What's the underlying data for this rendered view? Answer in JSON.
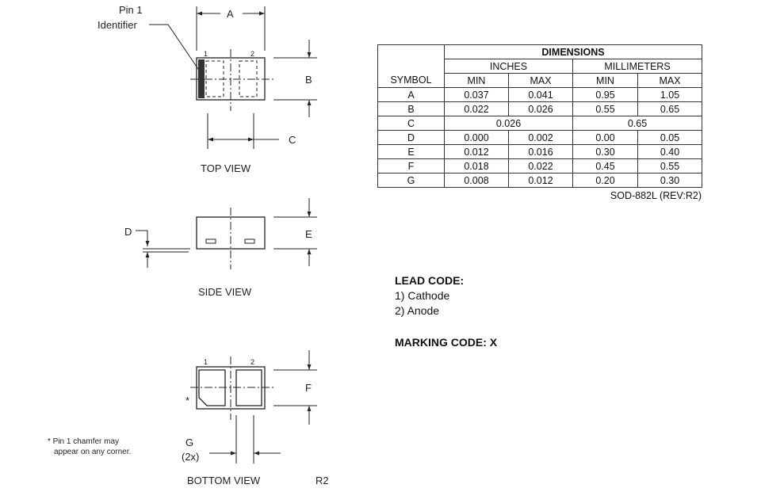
{
  "drawing": {
    "top_view": {
      "pin1_identifier": [
        "Pin 1",
        "Identifier"
      ],
      "pin_numbers": [
        "1",
        "2"
      ],
      "dims": {
        "a": "A",
        "b": "B",
        "c": "C"
      },
      "caption": "TOP VIEW"
    },
    "side_view": {
      "dims": {
        "d": "D",
        "e": "E"
      },
      "caption": "SIDE VIEW"
    },
    "bottom_view": {
      "pin_numbers": [
        "1",
        "2"
      ],
      "chamfer_mark": "*",
      "dims": {
        "f": "F",
        "g": "G",
        "g_count": "(2x)"
      },
      "caption": "BOTTOM VIEW",
      "revision": "R2",
      "chamfer_note": [
        "* Pin 1 chamfer may",
        "appear on any corner."
      ]
    }
  },
  "dimensions_table": {
    "title": "DIMENSIONS",
    "group_headers": {
      "inches": "INCHES",
      "millimeters": "MILLIMETERS"
    },
    "symbol_header": "SYMBOL",
    "sub_headers": [
      "MIN",
      "MAX",
      "MIN",
      "MAX"
    ],
    "rows": [
      {
        "symbol": "A",
        "in_min": "0.037",
        "in_max": "0.041",
        "mm_min": "0.95",
        "mm_max": "1.05"
      },
      {
        "symbol": "B",
        "in_min": "0.022",
        "in_max": "0.026",
        "mm_min": "0.55",
        "mm_max": "0.65"
      },
      {
        "symbol": "C",
        "in_nom": "0.026",
        "mm_nom": "0.65"
      },
      {
        "symbol": "D",
        "in_min": "0.000",
        "in_max": "0.002",
        "mm_min": "0.00",
        "mm_max": "0.05"
      },
      {
        "symbol": "E",
        "in_min": "0.012",
        "in_max": "0.016",
        "mm_min": "0.30",
        "mm_max": "0.40"
      },
      {
        "symbol": "F",
        "in_min": "0.018",
        "in_max": "0.022",
        "mm_min": "0.45",
        "mm_max": "0.55"
      },
      {
        "symbol": "G",
        "in_min": "0.008",
        "in_max": "0.012",
        "mm_min": "0.20",
        "mm_max": "0.30"
      }
    ],
    "package_ref": "SOD-882L (REV:R2)"
  },
  "lead_code": {
    "title": "LEAD CODE:",
    "items": [
      "1) Cathode",
      "2) Anode"
    ]
  },
  "marking_code": "MARKING CODE: X"
}
